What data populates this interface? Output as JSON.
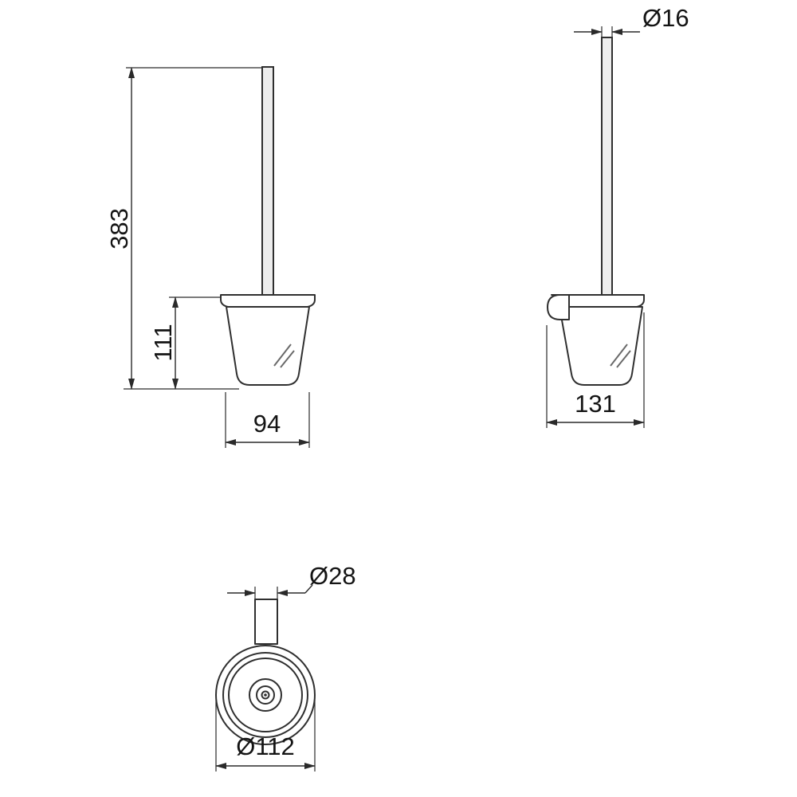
{
  "dimensions": {
    "front": {
      "total_height": "383",
      "holder_height": "111",
      "holder_width": "94"
    },
    "side": {
      "handle_diameter": "Ø16",
      "holder_depth": "131"
    },
    "top": {
      "stem_diameter": "Ø28",
      "cup_diameter": "Ø112"
    }
  },
  "colors": {
    "background": "#ffffff",
    "object_line": "#2f2f2f",
    "dimension_line": "#2a2a2a",
    "text": "#141414"
  }
}
